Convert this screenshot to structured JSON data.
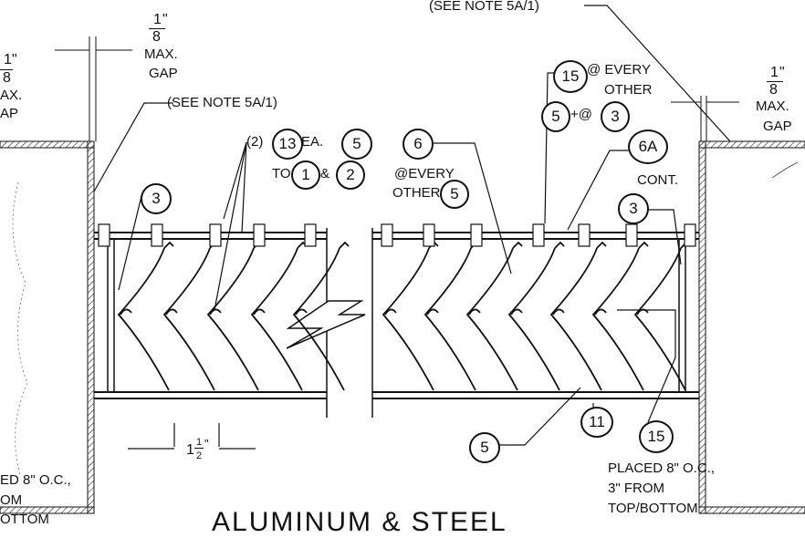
{
  "notes": {
    "see_note_top": "(SEE NOTE 5A/1)",
    "see_note_left": "(SEE NOTE 5A/1)",
    "max_gap_center": [
      "1",
      "8",
      "\"",
      "MAX.",
      "GAP"
    ],
    "max_gap_right": [
      "1",
      "8",
      "\"",
      "MAX.",
      "GAP"
    ],
    "max_gap_left_partial": [
      "1",
      "8",
      "\"",
      "AX.",
      "AP"
    ],
    "ea_prefix": "(2)",
    "ea_text": "EA.",
    "to_text": "TO",
    "amp": "&",
    "every_other_1": "@EVERY",
    "every_other_2": "OTHER",
    "at_every_other_1": "@ EVERY",
    "at_every_other_2": "OTHER",
    "plus_at": "+@",
    "cont": "CONT.",
    "spacing_whole": "1",
    "spacing_num": "1",
    "spacing_den": "2",
    "spacing_inch": "\"",
    "placed_right": [
      "PLACED 8\" O.C.,",
      "3\" FROM",
      "TOP/BOTTOM"
    ],
    "placed_left": [
      "ED 8\" O.C.,",
      "OM",
      "OTTOM"
    ],
    "title": "ALUMINUM  &  STEEL"
  },
  "bubbles": {
    "b13": "13",
    "b5a": "5",
    "b1": "1",
    "b2": "2",
    "b6": "6",
    "b5b": "5",
    "b15a": "15",
    "b5c": "5",
    "b3a": "3",
    "b6A": "6A",
    "b3left": "3",
    "b3right": "3",
    "b11": "11",
    "b15b": "15",
    "b5bottom": "5"
  }
}
